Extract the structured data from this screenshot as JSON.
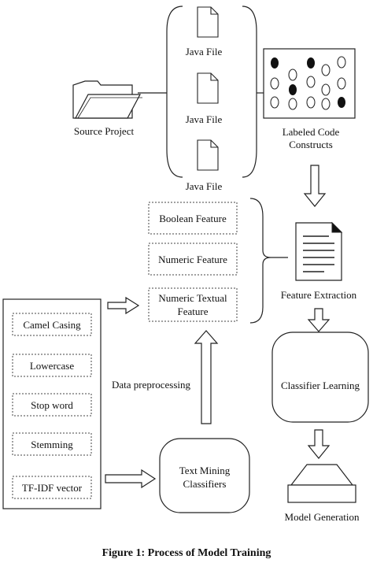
{
  "diagram": {
    "source_project": "Source Project",
    "java_files": [
      "Java File",
      "Java File",
      "Java File"
    ],
    "labeled_code_line1": "Labeled Code",
    "labeled_code_line2": "Constructs",
    "features": [
      "Boolean Feature",
      "Numeric Feature"
    ],
    "numeric_textual_line1": "Numeric Textual",
    "numeric_textual_line2": "Feature",
    "feature_extraction": "Feature Extraction",
    "preprocessing_steps": [
      "Camel Casing",
      "Lowercase",
      "Stop word",
      "Stemming",
      "TF-IDF vector"
    ],
    "data_preprocessing": "Data preprocessing",
    "text_mining_line1": "Text Mining",
    "text_mining_line2": "Classifiers",
    "classifier_learning": "Classifier Learning",
    "model_generation": "Model Generation",
    "caption": "Figure 1: Process of Model Training"
  }
}
